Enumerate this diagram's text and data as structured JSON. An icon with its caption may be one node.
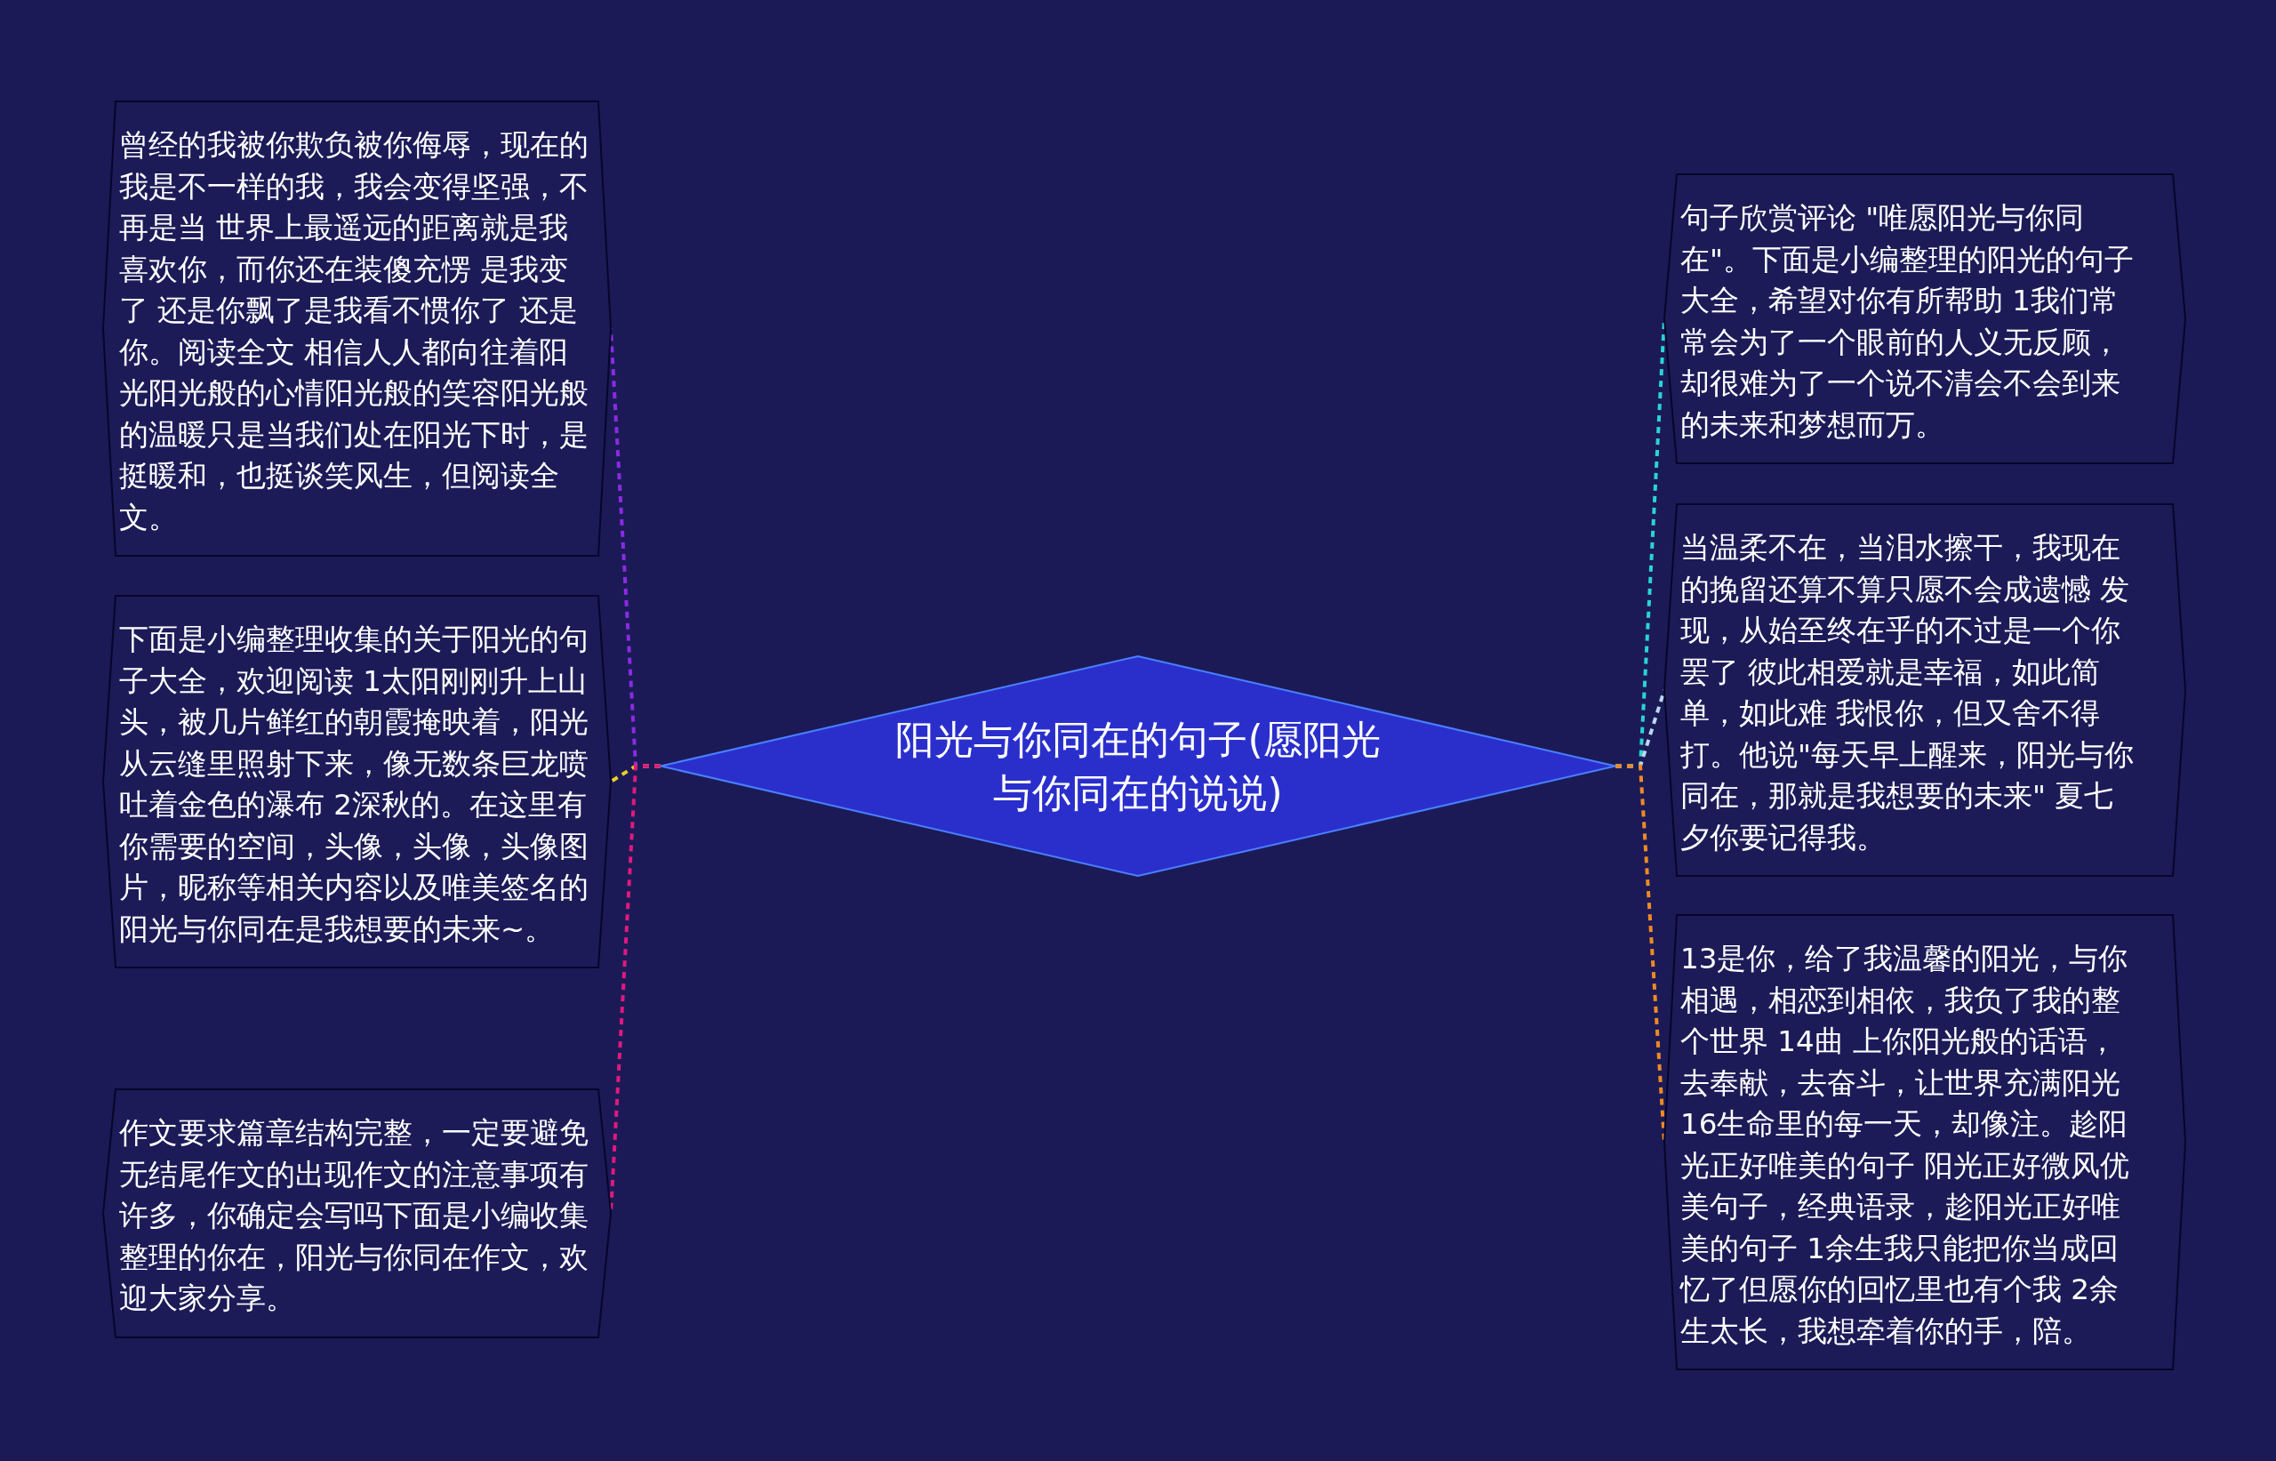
{
  "diagram": {
    "nodes": [
      {
        "text": [
          "阳光与你同在的句子(愿阳光与你同在的说说)"
        ]
      },
      {
        "text": [
          "曾经的我被你欺负被你侮辱，现在的我是不一样的我，我会变得坚强，不再是当 世界上最遥远的距离就是我喜欢你，而你还在装傻充愣 是我变了 还是你飘了是我看不惯你了 还是你。阅读全文 相信人人都向往着阳光阳光般的心情阳光般的笑容阳光般的温暖只是当我们处在阳光下时，是挺暖和，也挺谈笑风生，但阅读全文。"
        ]
      },
      {
        "text": [
          "下面是小编整理收集的关于阳光的句子大全，欢迎阅读 1太阳刚刚升上山头，被几片鲜红的朝霞掩映着，阳光从云缝里照射下来，像无数条巨龙喷吐着金色的瀑布 2深秋的。在这里有你需要的空间，头像，头像，头像图片，昵称等相关内容以及唯美签名的阳光与你同在是我想要的未来~。"
        ]
      },
      {
        "text": [
          "作文要求篇章结构完整，一定要避免无结尾作文的出现作文的注意事项有许多，你确定会写吗下面是小编收集整理的你在，阳光与你同在作文，欢迎大家分享。"
        ]
      },
      {
        "text": [
          "句子欣赏评论 \"唯愿阳光与你同在\"。下面是小编整理的阳光的句子大全，希望对你有所帮助 1我们常常会为了一个眼前的人义无反顾，却很难为了一个说不清会不会到来的未来和梦想而万。"
        ]
      },
      {
        "text": [
          "当温柔不在，当泪水擦干，我现在的挽留还算不算只愿不会成遗憾 发现，从始至终在乎的不过是一个你罢了 彼此相爱就是幸福，如此简单，如此难 我恨你，但又舍不得打。他说\"每天早上醒来，阳光与你同在，那就是我想要的未来\" 夏七夕你要记得我。"
        ]
      },
      {
        "text": [
          "13是你，给了我温馨的阳光，与你相遇，相恋到相依，我负了我的整个世界 14曲 上你阳光般的话语，去奉献，去奋斗，让世界充满阳光 16生命里的每一天，却像注。趁阳光正好唯美的句子 阳光正好微风优美句子，经典语录，趁阳光正好唯美的句子 1余生我只能把你当成回忆了但愿你的回忆里也有个我 2余生太长，我想牵着你的手，陪。"
        ]
      }
    ],
    "edges": [
      {
        "from": 0,
        "to": 1,
        "arrow": "none",
        "style": "dashed",
        "color": "#8a2be2"
      },
      {
        "from": 0,
        "to": 2,
        "arrow": "none",
        "style": "dashed",
        "color": "#e8d020"
      },
      {
        "from": 0,
        "to": 3,
        "arrow": "none",
        "style": "dashed",
        "color": "#e0197d"
      },
      {
        "from": 0,
        "to": 4,
        "arrow": "none",
        "style": "dashed",
        "color": "#2ad4d4"
      },
      {
        "from": 0,
        "to": 5,
        "arrow": "none",
        "style": "dashed",
        "color": "#b8d8f0"
      },
      {
        "from": 0,
        "to": 6,
        "arrow": "none",
        "style": "dashed",
        "color": "#f08a24"
      }
    ]
  }
}
